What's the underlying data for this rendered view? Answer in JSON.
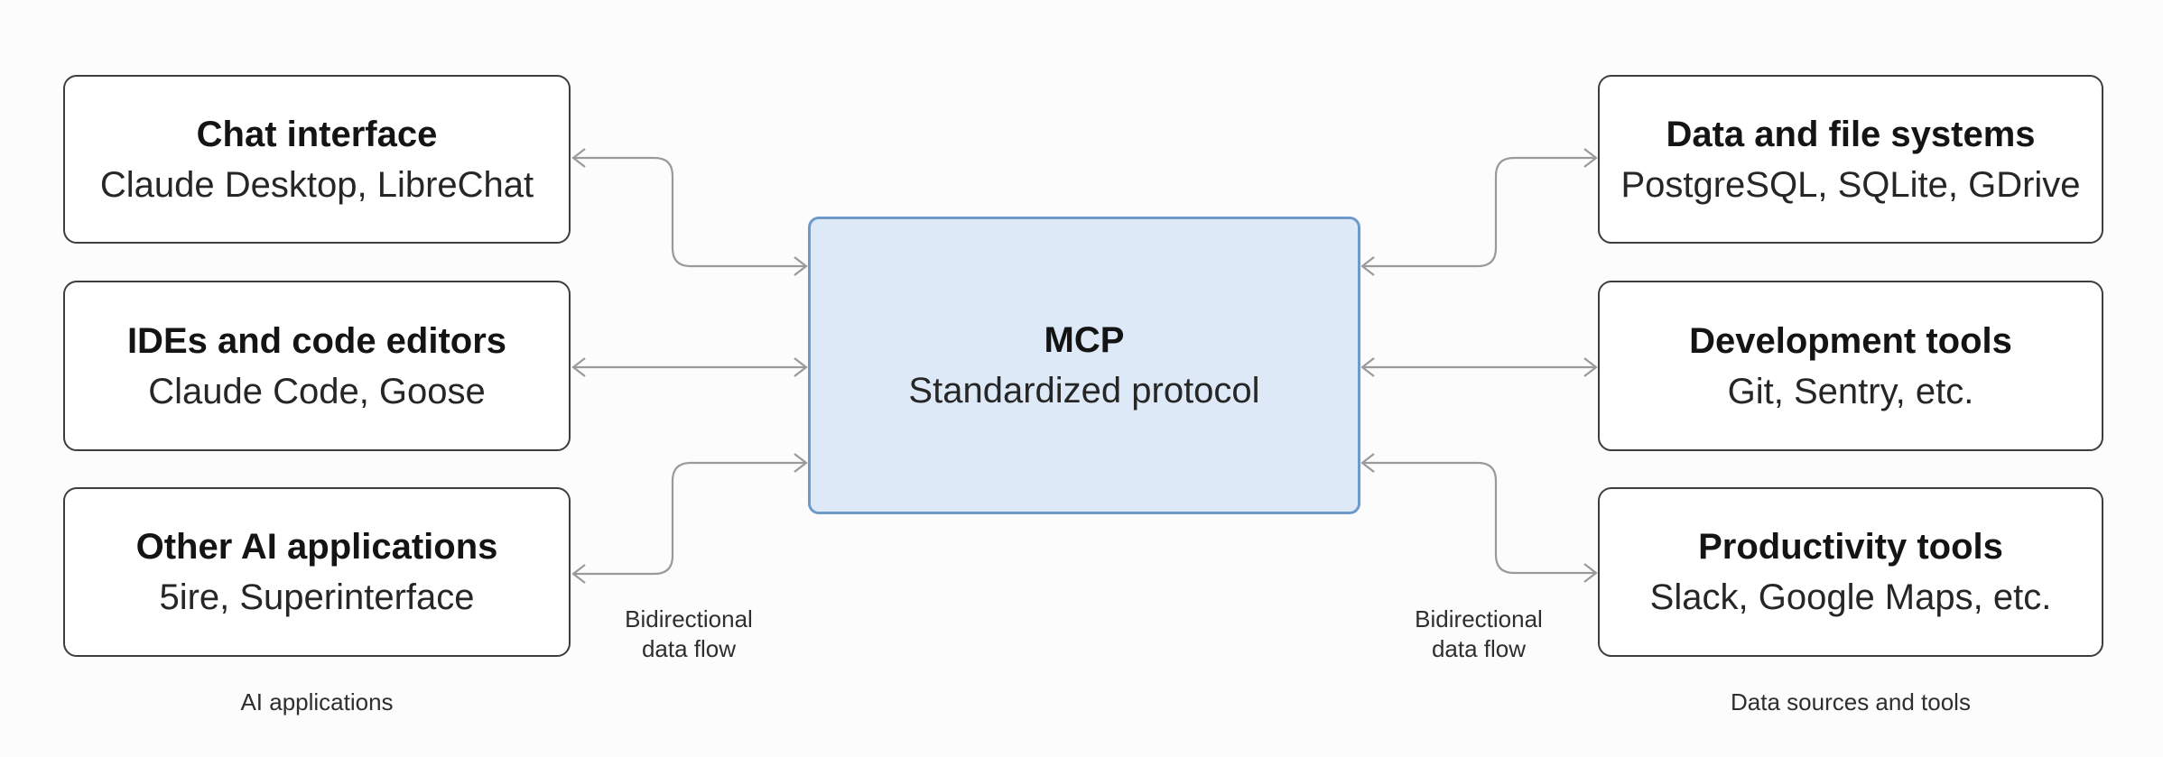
{
  "mcp_box": {
    "title": "MCP",
    "subtitle": "Standardized protocol"
  },
  "left_column": {
    "caption": "AI applications",
    "flow_label": {
      "line1": "Bidirectional",
      "line2": "data flow"
    },
    "boxes": [
      {
        "title": "Chat interface",
        "subtitle": "Claude Desktop, LibreChat"
      },
      {
        "title": "IDEs and code editors",
        "subtitle": "Claude Code, Goose"
      },
      {
        "title": "Other AI applications",
        "subtitle": "5ire, Superinterface"
      }
    ]
  },
  "right_column": {
    "caption": "Data sources and tools",
    "flow_label": {
      "line1": "Bidirectional",
      "line2": "data flow"
    },
    "boxes": [
      {
        "title": "Data and file systems",
        "subtitle": "PostgreSQL, SQLite, GDrive"
      },
      {
        "title": "Development tools",
        "subtitle": "Git, Sentry, etc."
      },
      {
        "title": "Productivity tools",
        "subtitle": "Slack, Google Maps, etc."
      }
    ]
  },
  "colors": {
    "mcp_fill": "#dde9f6",
    "mcp_border": "#6e9aca",
    "box_border": "#3d3d3d",
    "connector": "#9a9a9a",
    "text": "#141414"
  }
}
